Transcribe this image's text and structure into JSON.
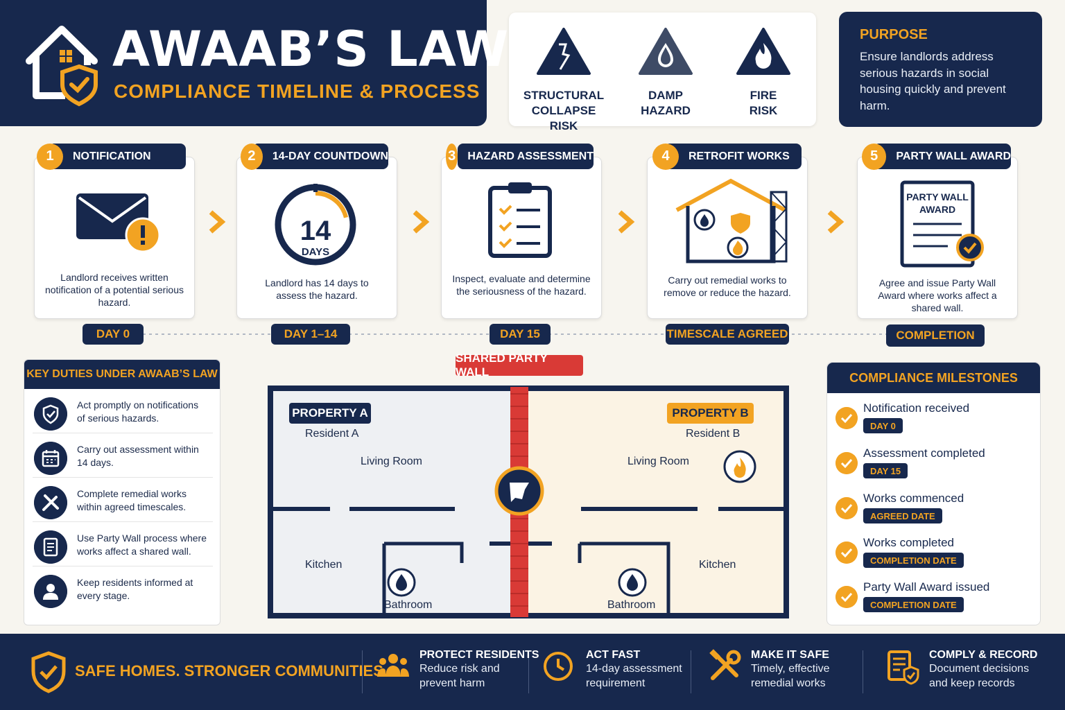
{
  "header": {
    "title": "AWAAB’S LAW",
    "subtitle": "COMPLIANCE TIMELINE & PROCESS"
  },
  "hazards": [
    {
      "label1": "STRUCTURAL",
      "label2": "COLLAPSE RISK",
      "icon": "structural-crack-icon"
    },
    {
      "label1": "DAMP",
      "label2": "HAZARD",
      "icon": "water-drop-icon"
    },
    {
      "label1": "FIRE",
      "label2": "RISK",
      "icon": "flame-icon"
    }
  ],
  "purpose": {
    "title": "PURPOSE",
    "text": "Ensure landlords address serious hazards in social housing quickly and prevent harm."
  },
  "steps": [
    {
      "num": "1",
      "title": "NOTIFICATION",
      "desc": "Landlord receives written notification of a potential serious hazard.",
      "day": "DAY 0"
    },
    {
      "num": "2",
      "title": "14-DAY COUNTDOWN",
      "desc": "Landlord has 14 days to assess the hazard.",
      "day": "DAY 1–14",
      "timer_value": "14",
      "timer_unit": "DAYS"
    },
    {
      "num": "3",
      "title": "HAZARD ASSESSMENT",
      "desc": "Inspect, evaluate and determine the seriousness of the hazard.",
      "day": "DAY 15"
    },
    {
      "num": "4",
      "title": "RETROFIT WORKS",
      "desc": "Carry out remedial works to remove or reduce the hazard.",
      "day": "TIMESCALE AGREED"
    },
    {
      "num": "5",
      "title": "PARTY WALL AWARD",
      "desc": "Agree and issue Party Wall Award where works affect a shared wall.",
      "day": "COMPLETION",
      "doc_title1": "PARTY WALL",
      "doc_title2": "AWARD"
    }
  ],
  "duties": {
    "title": "KEY DUTIES UNDER AWAAB’S LAW",
    "items": [
      {
        "text1": "Act promptly on notifications",
        "text2": "of serious hazards.",
        "icon": "shield-check-icon"
      },
      {
        "text1": "Carry out assessment within",
        "text2": "14 days.",
        "icon": "calendar-icon"
      },
      {
        "text1": "Complete remedial works",
        "text2": "within agreed timescales.",
        "icon": "tools-icon"
      },
      {
        "text1": "Use Party Wall process where",
        "text2": "works affect a shared wall.",
        "icon": "document-icon"
      },
      {
        "text1": "Keep residents informed at",
        "text2": "every stage.",
        "icon": "person-icon"
      }
    ]
  },
  "plan": {
    "wall_label": "SHARED PARTY WALL",
    "property_a": "PROPERTY A",
    "resident_a": "Resident A",
    "property_b": "PROPERTY B",
    "resident_b": "Resident B",
    "living_room": "Living Room",
    "kitchen": "Kitchen",
    "bathroom": "Bathroom"
  },
  "milestones": {
    "title": "COMPLIANCE MILESTONES",
    "items": [
      {
        "text": "Notification received",
        "badge": "DAY 0"
      },
      {
        "text": "Assessment completed",
        "badge": "DAY 15"
      },
      {
        "text": "Works commenced",
        "badge": "AGREED DATE"
      },
      {
        "text": "Works completed",
        "badge": "COMPLETION DATE"
      },
      {
        "text": "Party Wall Award issued",
        "badge": "COMPLETION DATE"
      }
    ]
  },
  "footer": {
    "slogan": "SAFE HOMES.  STRONGER COMMUNITIES.",
    "items": [
      {
        "title": "PROTECT RESIDENTS",
        "line1": "Reduce risk and",
        "line2": "prevent harm",
        "icon": "people-icon"
      },
      {
        "title": "ACT FAST",
        "line1": "14-day assessment",
        "line2": "requirement",
        "icon": "clock-icon"
      },
      {
        "title": "MAKE IT SAFE",
        "line1": "Timely, effective",
        "line2": "remedial works",
        "icon": "wrench-hammer-icon"
      },
      {
        "title": "COMPLY & RECORD",
        "line1": "Document decisions",
        "line2": "and keep records",
        "icon": "record-document-icon"
      }
    ]
  },
  "colors": {
    "navy": "#17284d",
    "orange": "#f2a322",
    "red": "#d93a36",
    "cream": "#f7f5ef"
  }
}
